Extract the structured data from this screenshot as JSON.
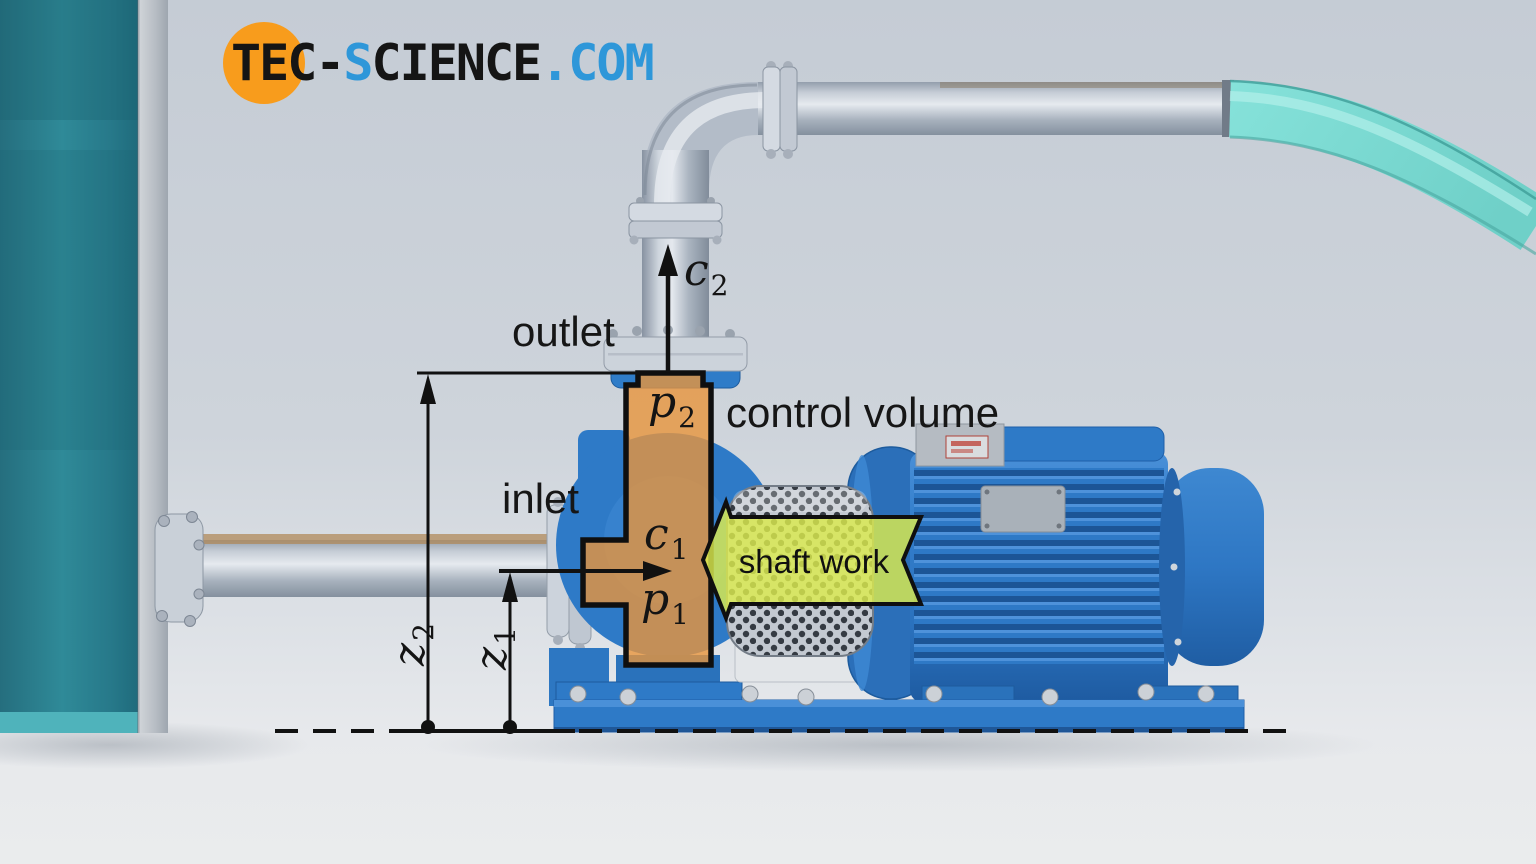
{
  "logo": {
    "part1": "TEC-",
    "part2": "S",
    "part3": "CIENCE",
    "part4": ".COM"
  },
  "annotations": {
    "outlet": "outlet",
    "inlet": "inlet",
    "control_volume": "control volume",
    "shaft_work": "shaft work",
    "velocity_out": {
      "base": "c",
      "sub": "2"
    },
    "pressure_out": {
      "base": "p",
      "sub": "2"
    },
    "velocity_in": {
      "base": "c",
      "sub": "1"
    },
    "pressure_in": {
      "base": "p",
      "sub": "1"
    },
    "height_out": {
      "base": "z",
      "sub": "2"
    },
    "height_in": {
      "base": "z",
      "sub": "1"
    }
  },
  "colors": {
    "logo_orange": "#f89c1c",
    "logo_blue": "#2e97d9",
    "logo_black": "#151515",
    "control_volume_fill": "#e8953c",
    "shaft_arrow_fill": "#dcec4e",
    "outline_black": "#0f0f0f",
    "machine_blue": "#2e7ac7",
    "tank_teal": "#2c8494",
    "hose_teal": "#79d8d0",
    "pipe_steel": "#b3bcc8",
    "background_top": "#c5ccd5",
    "background_bottom": "#eaeced"
  }
}
